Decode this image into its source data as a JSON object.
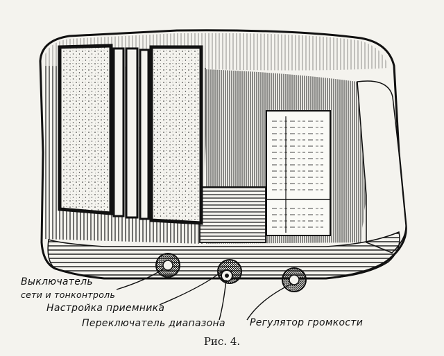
{
  "figure": {
    "labels": {
      "power_switch_line1": "Выключатель",
      "power_switch_line2": "сети и тонконтроль",
      "tuning": "Настройка приемника",
      "band_switch": "Переключатель диапазона",
      "volume": "Регулятор громкости"
    },
    "caption": "Рис. 4."
  },
  "colors": {
    "ink": "#111111",
    "paper": "#f4f3ee"
  }
}
